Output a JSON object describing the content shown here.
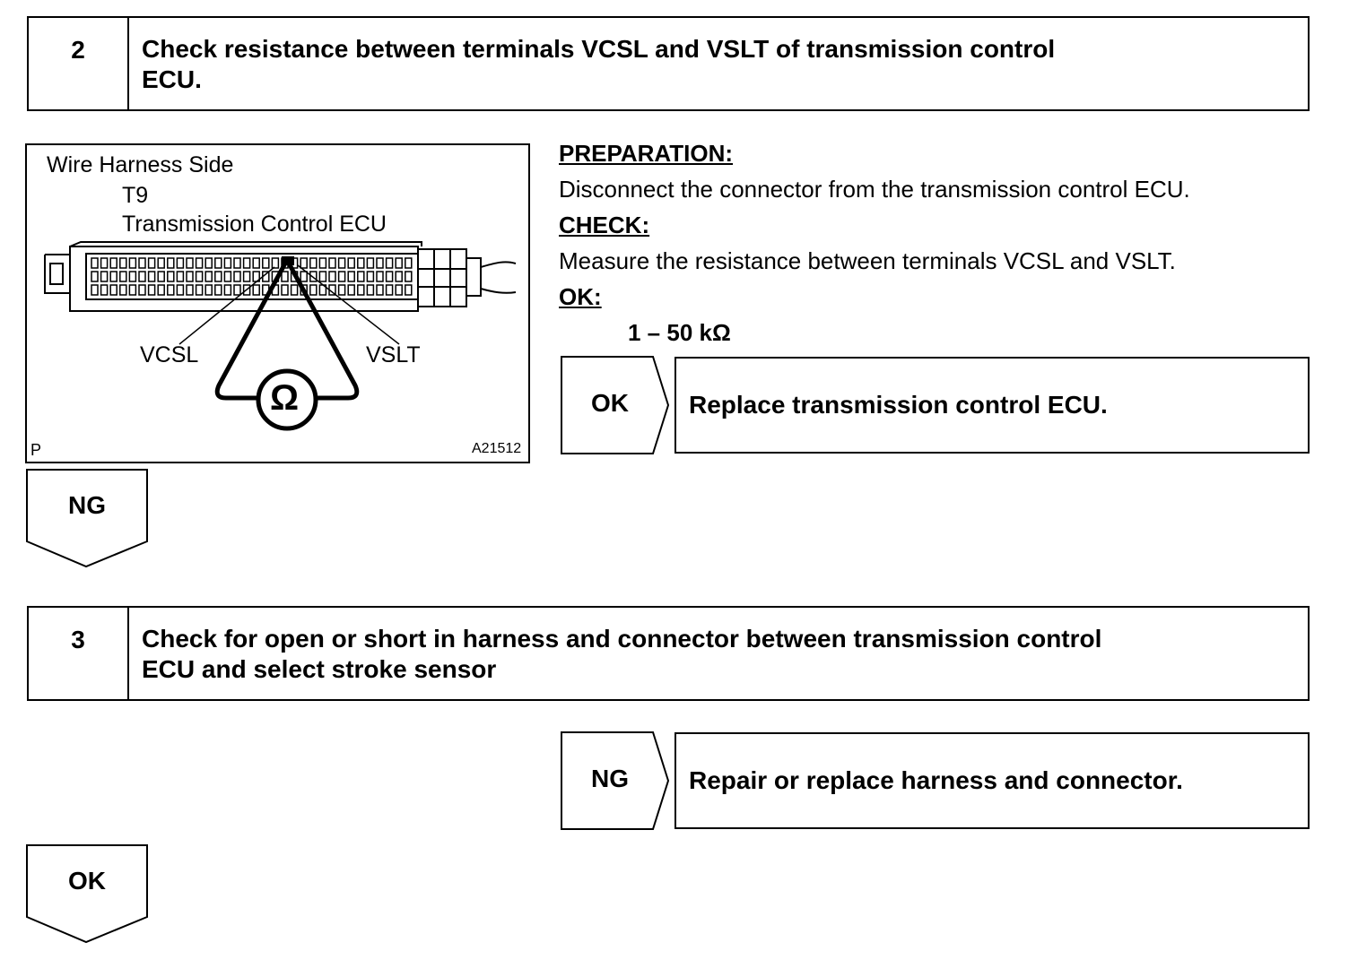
{
  "step2": {
    "number": "2",
    "title_line1": "Check resistance between terminals VCSL and VSLT of transmission control",
    "title_line2": "ECU."
  },
  "figure": {
    "side_label": "Wire Harness Side",
    "connector_id": "T9",
    "component": "Transmission Control ECU",
    "terminal_left": "VCSL",
    "terminal_right": "VSLT",
    "meter_symbol": "Ω",
    "corner_mark": "P",
    "figure_code": "A21512"
  },
  "instructions": {
    "preparation_heading": "PREPARATION:",
    "preparation_text": "Disconnect the connector from the transmission control ECU.",
    "check_heading": "CHECK:",
    "check_text": "Measure the resistance between terminals VCSL and VSLT.",
    "ok_heading": "OK:",
    "spec_value": "1 – 50 kΩ"
  },
  "step2_ok": {
    "label": "OK",
    "action": "Replace transmission control ECU."
  },
  "step2_ng": {
    "label": "NG"
  },
  "step3": {
    "number": "3",
    "title_line1": "Check for open or short in harness and connector between transmission control",
    "title_line2": "ECU and select stroke sensor"
  },
  "step3_ng": {
    "label": "NG",
    "action": "Repair or replace harness and connector."
  },
  "step3_ok": {
    "label": "OK"
  }
}
